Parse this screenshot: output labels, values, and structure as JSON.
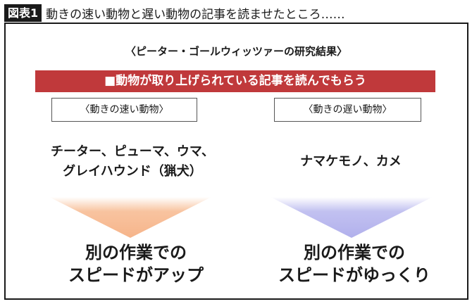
{
  "header": {
    "badge": "図表1",
    "title": "動きの速い動物と遅い動物の記事を読ませたところ……"
  },
  "diagram": {
    "subtitle": "〈ピーター・ゴールウィッツァーの研究結果〉",
    "banner": "■動物が取り上げられている記事を読んでもらう",
    "banner_color": "#c0393b",
    "columns": [
      {
        "label": "〈動きの速い動物〉",
        "animals": [
          "チーター、ピューマ、ウマ、",
          "グレイハウンド（猟犬）"
        ],
        "arrow_color": "#f7b98f",
        "result": [
          "別の作業での",
          "スピードがアップ"
        ]
      },
      {
        "label": "〈動きの遅い動物〉",
        "animals": [
          "ナマケモノ、カメ"
        ],
        "arrow_color": "#b7b6ee",
        "result": [
          "別の作業での",
          "スピードがゆっくり"
        ]
      }
    ]
  }
}
